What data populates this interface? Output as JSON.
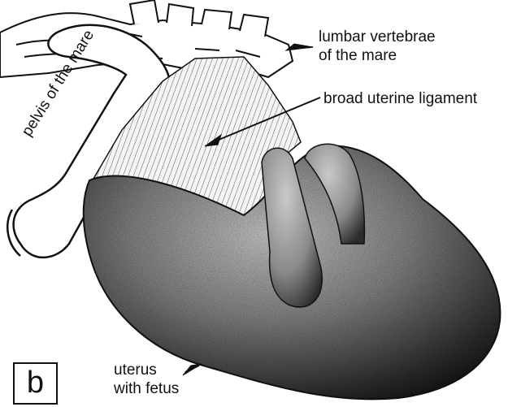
{
  "labels": {
    "lumbar": [
      "lumbar vertebrae",
      "of the mare"
    ],
    "broad_ligament": "broad uterine ligament",
    "pelvis": "pelvis of the mare",
    "uterus": [
      "uterus",
      "with fetus"
    ]
  },
  "panel_letter": "b",
  "colors": {
    "outline": "#111111",
    "stipple_dark": "#1a1a1a",
    "stipple_mid": "#6e6e6e",
    "background": "#ffffff"
  }
}
